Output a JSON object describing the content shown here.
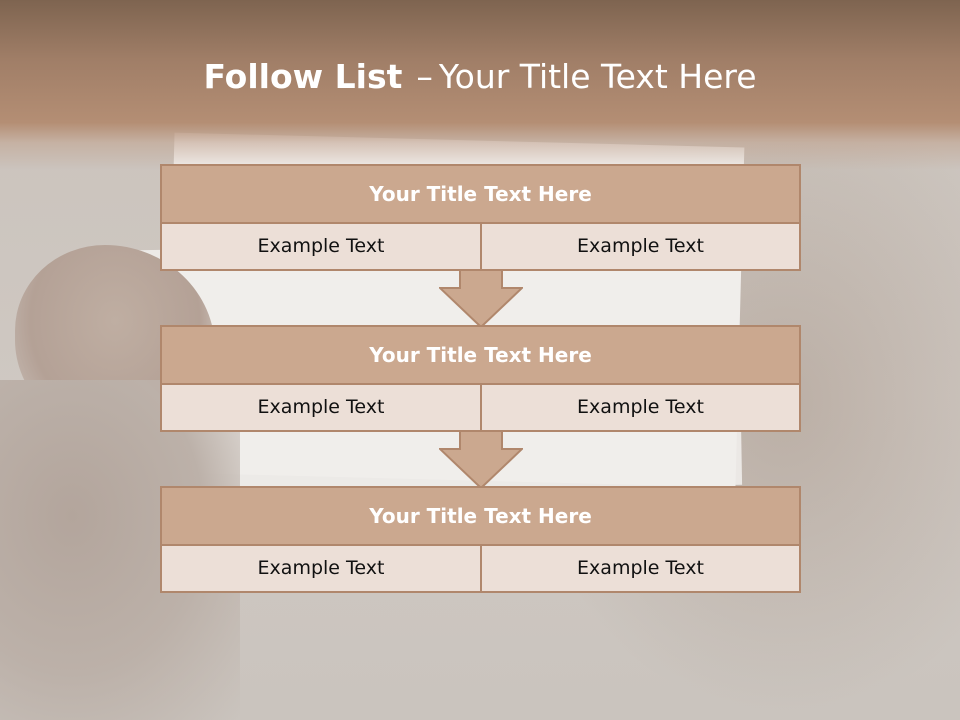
{
  "slide": {
    "title_bold": "Follow List",
    "title_dash": "–",
    "title_rest": "Your Title Text Here"
  },
  "blocks": [
    {
      "title": "Your Title Text Here",
      "left": "Example Text",
      "right": "Example Text"
    },
    {
      "title": "Your Title Text Here",
      "left": "Example Text",
      "right": "Example Text"
    },
    {
      "title": "Your Title Text Here",
      "left": "Example Text",
      "right": "Example Text"
    }
  ],
  "colors": {
    "block_border": "#b0876c",
    "block_title_fill": "#cba88f",
    "block_cell_fill": "#ecdfd7",
    "arrow_fill": "#cba88f"
  }
}
